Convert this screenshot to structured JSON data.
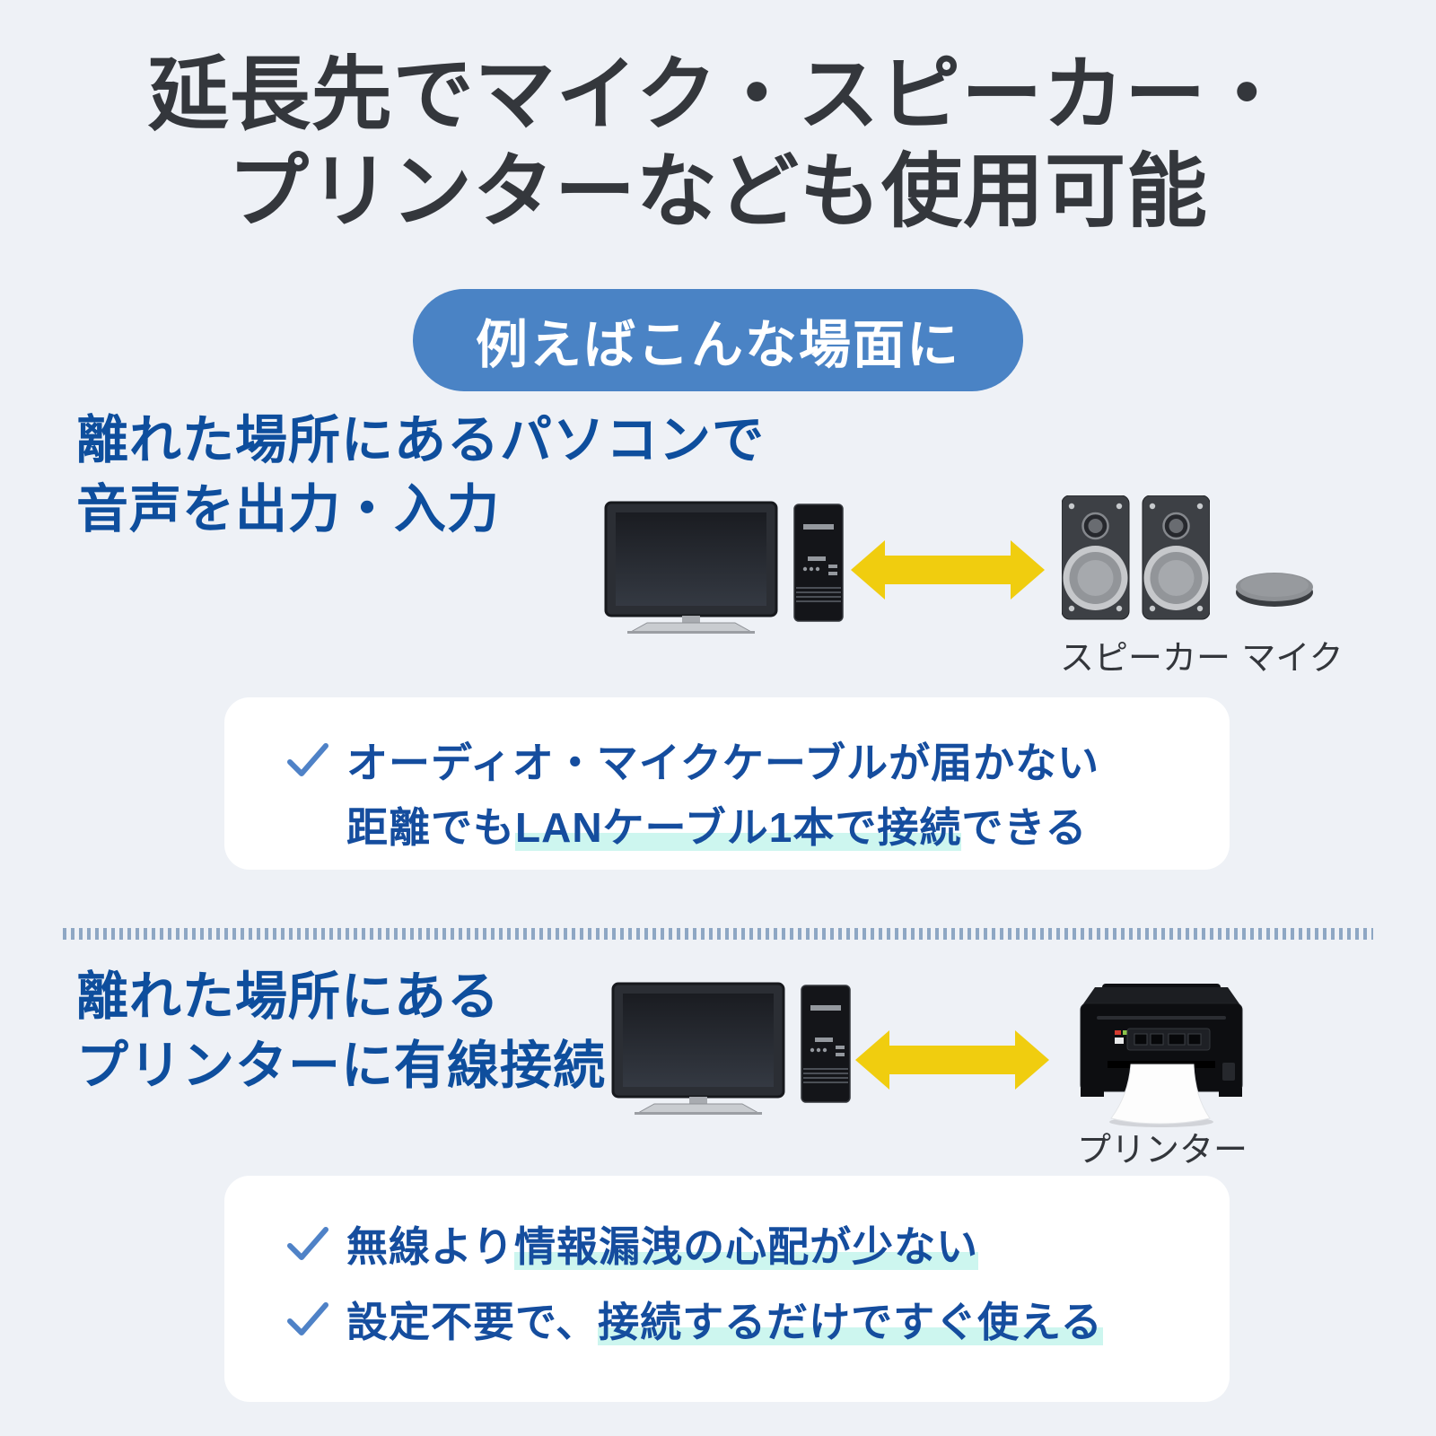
{
  "title": {
    "line1": "延長先でマイク・スピーカー・",
    "line2": "プリンターなども使用可能"
  },
  "badge": {
    "label": "例えばこんな場面に"
  },
  "scenario1": {
    "heading": {
      "line1": "離れた場所にあるパソコンで",
      "line2": "音声を出力・入力"
    },
    "labels": {
      "speaker": "スピーカー",
      "mic": "マイク"
    },
    "note": {
      "line1": "オーディオ・マイクケーブルが届かない",
      "line2": {
        "prefix": "距離でも",
        "highlight": "LANケーブル1本で接続",
        "suffix": "できる"
      }
    }
  },
  "scenario2": {
    "heading": {
      "line1": "離れた場所にある",
      "line2": "プリンターに有線接続"
    },
    "labels": {
      "printer": "プリンター"
    },
    "notes": [
      {
        "prefix": "無線より",
        "highlight": "情報漏洩の心配が少ない",
        "suffix": ""
      },
      {
        "prefix": "設定不要で、",
        "highlight": "接続するだけですぐ使える",
        "suffix": ""
      }
    ]
  },
  "colors": {
    "background": "#eef1f6",
    "title_text": "#34373c",
    "badge_bg": "#4a83c5",
    "badge_text": "#ffffff",
    "heading_text": "#0e4e9d",
    "note_text": "#154d9e",
    "check": "#4f82c7",
    "highlight": "#cdf6ef",
    "arrow": "#f0cd0f",
    "divider_dots": "#8ea7c4",
    "card_bg": "#ffffff",
    "device_label_text": "#33363b"
  }
}
